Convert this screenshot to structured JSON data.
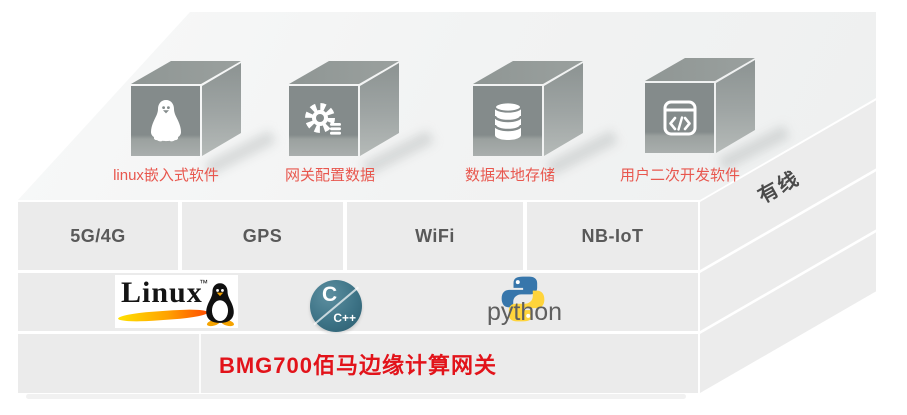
{
  "figure": {
    "title": "BMG700佰马边缘计算网关",
    "side_label": "有线",
    "cubes": [
      {
        "label": "linux嵌入式软件",
        "icon": "tux-penguin-icon"
      },
      {
        "label": "网关配置数据",
        "icon": "gear-config-icon"
      },
      {
        "label": "数据本地存储",
        "icon": "database-storage-icon"
      },
      {
        "label": "用户二次开发软件",
        "icon": "code-window-icon"
      }
    ],
    "connectivity": [
      "5G/4G",
      "GPS",
      "WiFi",
      "NB-IoT"
    ],
    "platforms": {
      "linux": {
        "wordmark": "Linux",
        "tm": "™"
      },
      "c_cpp": {
        "top": "C",
        "bottom": "C++"
      },
      "python": {
        "wordmark": "python"
      }
    }
  },
  "colors": {
    "label_red": "#e8574e",
    "title_red": "#e2131a",
    "row_text": "#595959",
    "side_text": "#4b4b4b",
    "cell_bg": "#ebebeb",
    "band_bg": "#ececec",
    "cube_front": "#848b8b",
    "cube_top": "#929896",
    "cube_side": "#9aa09f",
    "cpp_teal": "#326779",
    "python_blue": "#3776ab",
    "python_yellow": "#ffd43b",
    "swoosh_orange": "#ffa200"
  }
}
